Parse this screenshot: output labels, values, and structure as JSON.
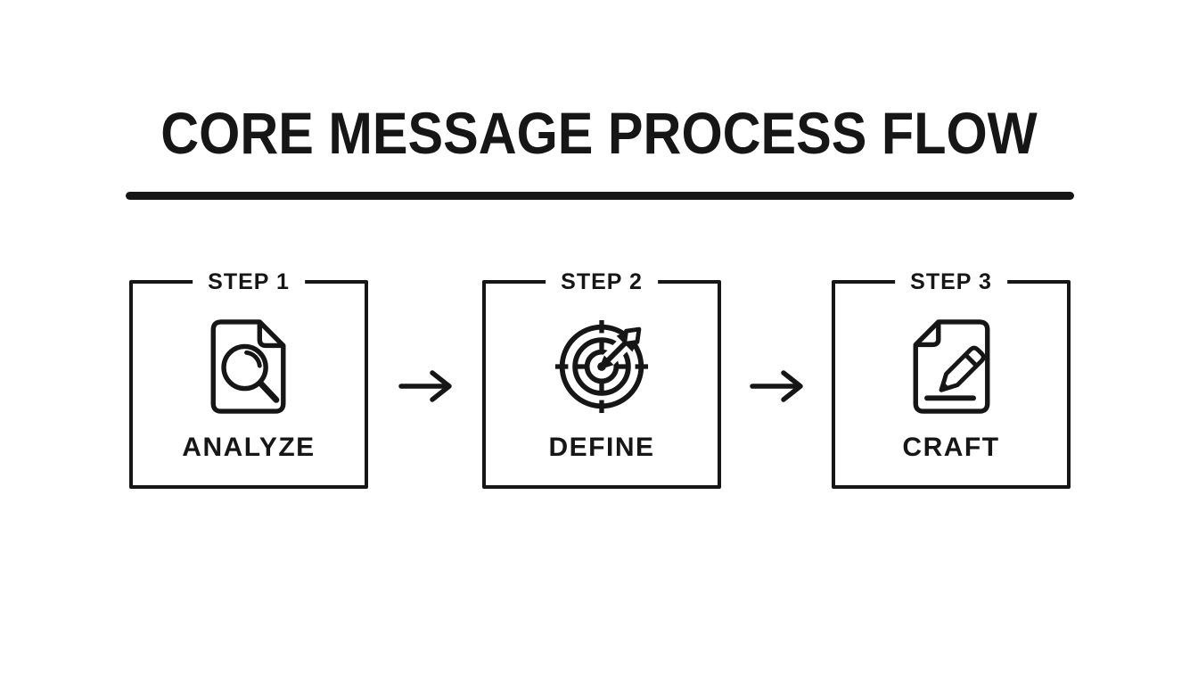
{
  "title": "CORE MESSAGE PROCESS FLOW",
  "steps": [
    {
      "step_label": "STEP 1",
      "name": "ANALYZE",
      "icon": "document-search-icon"
    },
    {
      "step_label": "STEP 2",
      "name": "DEFINE",
      "icon": "target-arrow-icon"
    },
    {
      "step_label": "STEP 3",
      "name": "CRAFT",
      "icon": "document-pencil-icon"
    }
  ],
  "connectors": {
    "type": "right-arrow",
    "count": 2
  },
  "colors": {
    "ink": "#161616",
    "background": "#ffffff"
  }
}
